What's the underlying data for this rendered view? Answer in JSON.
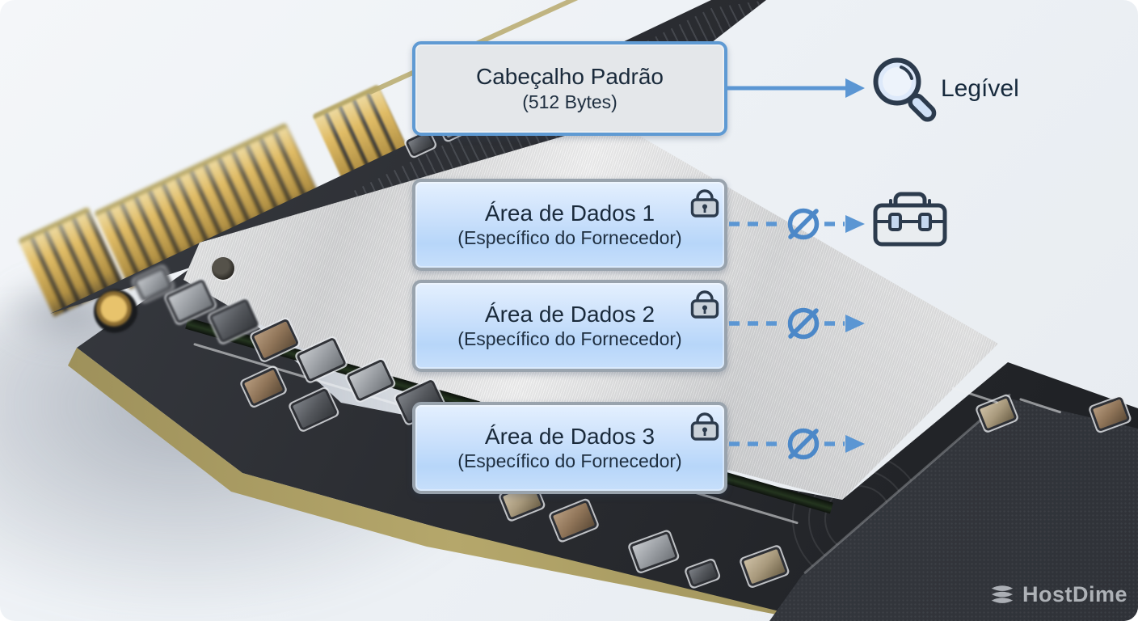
{
  "diagram": {
    "header": {
      "title": "Cabeçalho Padrão",
      "subtitle": "(512 Bytes)"
    },
    "readable_label": "Legível",
    "data_areas": [
      {
        "title": "Área de Dados 1",
        "subtitle": "(Específico do Fornecedor)"
      },
      {
        "title": "Área de Dados 2",
        "subtitle": "(Específico do Fornecedor)"
      },
      {
        "title": "Área de Dados 3",
        "subtitle": "(Específico do Fornecedor)"
      }
    ],
    "icons": {
      "readable": "magnifier-icon",
      "locked": "lock-icon",
      "vendor_toolbox": "toolbox-icon",
      "null_result": "null-symbol-icon"
    },
    "colors": {
      "arrow_blue": "#5b96d3",
      "null_blue": "#4c88c8",
      "header_border": "#5f9ad3",
      "header_fill": "#e4e7ea",
      "data_border": "#99a3ad",
      "data_fill_top": "#e4f0fe",
      "data_fill_bottom": "#b7d6f9",
      "text_navy": "#1a2a3b"
    }
  },
  "watermark": {
    "brand": "HostDime",
    "icon": "stacked-layers-icon"
  }
}
